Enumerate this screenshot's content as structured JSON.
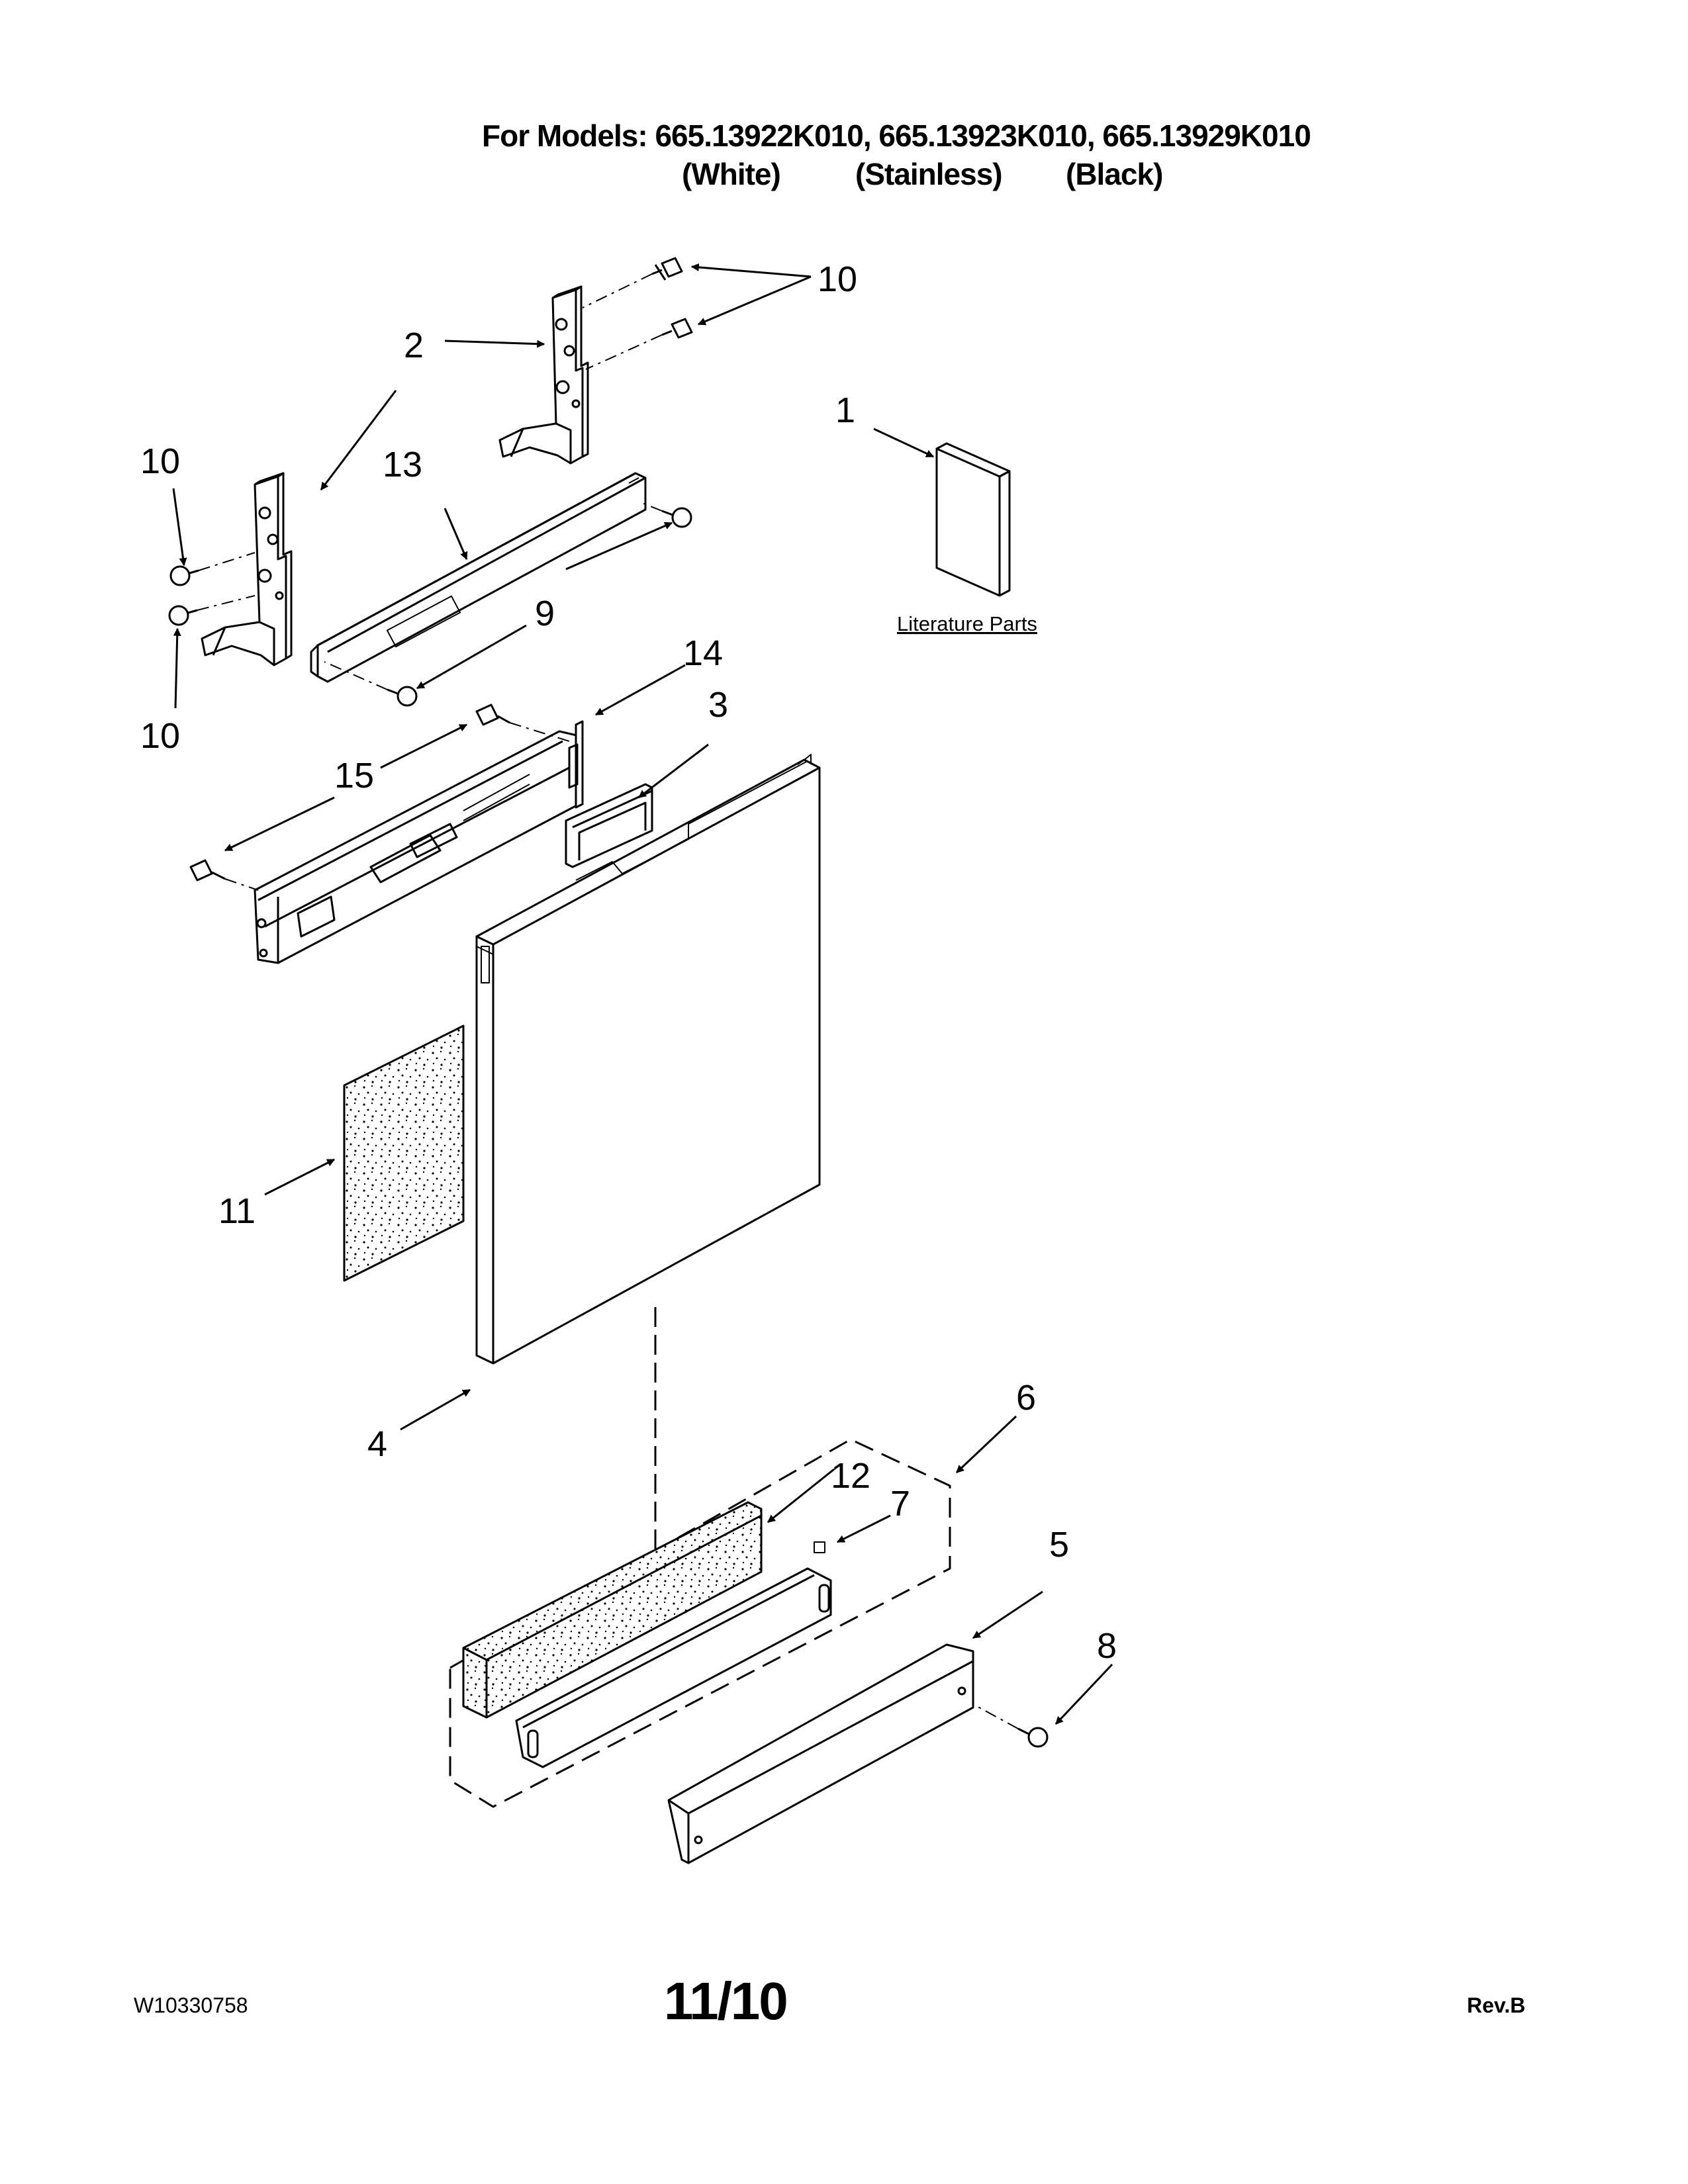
{
  "header": {
    "models_line": "For Models: 665.13922K010, 665.13923K010, 665.13929K010",
    "finish_white": "(White)",
    "finish_stainless": "(Stainless)",
    "finish_black": "(Black)"
  },
  "callouts": {
    "c1": "1",
    "c2": "2",
    "c3": "3",
    "c4": "4",
    "c5": "5",
    "c6": "6",
    "c7": "7",
    "c8": "8",
    "c9": "9",
    "c10a": "10",
    "c10b": "10",
    "c10c": "10",
    "c11": "11",
    "c12": "12",
    "c13": "13",
    "c14": "14",
    "c15": "15"
  },
  "literature_label": "Literature Parts",
  "footer": {
    "part_number": "W10330758",
    "date": "11/10",
    "revision": "Rev.B"
  }
}
